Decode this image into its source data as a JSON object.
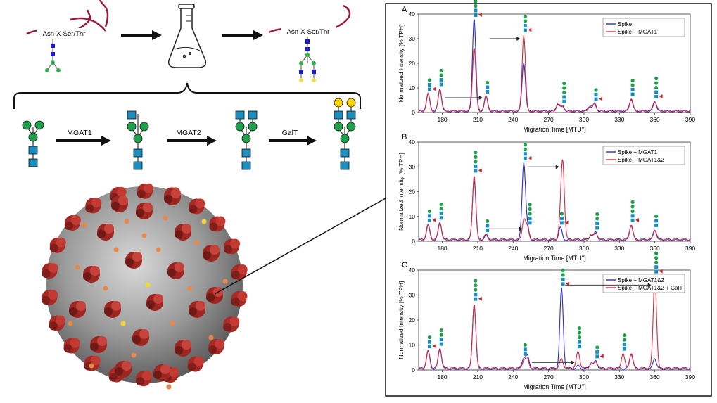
{
  "top_scheme": {
    "peptide_left": "Asn-X-Ser/Thr",
    "peptide_right": "Asn-X-Ser/Thr"
  },
  "pathway": {
    "enzymes": [
      "MGAT1",
      "MGAT2",
      "GalT"
    ]
  },
  "colors": {
    "glcnac_blue": "#1a8fbf",
    "mannose_green": "#1fa04a",
    "galactose_yellow": "#ffd400",
    "fucose_red": "#c0282b",
    "spike_line": "#2b2bd6",
    "treated_line": "#d62b3b",
    "peptide_chain": "#9b1b3c"
  },
  "chart_data": [
    {
      "type": "line",
      "panel": "A",
      "xlabel": "Migration Time [MTU'']",
      "ylabel": "Normalized Intensity [% TPH]",
      "xlim": [
        160,
        390
      ],
      "ylim": [
        0,
        40
      ],
      "xticks": [
        180,
        210,
        240,
        270,
        300,
        330,
        360,
        390
      ],
      "yticks": [
        0,
        10,
        20,
        30,
        40
      ],
      "legend": "top-right",
      "series": [
        {
          "name": "Spike",
          "color": "#2b2bd6",
          "peaks": [
            [
              168,
              7
            ],
            [
              178,
              9
            ],
            [
              207,
              38
            ],
            [
              217,
              6
            ],
            [
              249,
              20
            ],
            [
              278,
              3
            ],
            [
              282,
              2
            ],
            [
              305,
              2
            ],
            [
              309,
              3
            ],
            [
              340,
              5
            ],
            [
              360,
              4
            ]
          ]
        },
        {
          "name": "Spike + MGAT1",
          "color": "#d62b3b",
          "peaks": [
            [
              168,
              7
            ],
            [
              178,
              9
            ],
            [
              207,
              26
            ],
            [
              217,
              6
            ],
            [
              249,
              31
            ],
            [
              278,
              3
            ],
            [
              282,
              2
            ],
            [
              305,
              2
            ],
            [
              309,
              3
            ],
            [
              340,
              5
            ],
            [
              360,
              4
            ]
          ]
        }
      ]
    },
    {
      "type": "line",
      "panel": "B",
      "xlabel": "Migration Time [MTU'']",
      "ylabel": "Normalized Intensity [% TPH]",
      "xlim": [
        160,
        390
      ],
      "ylim": [
        0,
        40
      ],
      "xticks": [
        180,
        210,
        240,
        270,
        300,
        330,
        360,
        390
      ],
      "yticks": [
        0,
        10,
        20,
        30,
        40
      ],
      "legend": "top-right",
      "series": [
        {
          "name": "Spike + MGAT1",
          "color": "#2b2bd6",
          "peaks": [
            [
              168,
              6
            ],
            [
              178,
              7
            ],
            [
              207,
              25
            ],
            [
              217,
              2
            ],
            [
              249,
              31
            ],
            [
              252,
              5
            ],
            [
              280,
              5
            ],
            [
              306,
              2
            ],
            [
              310,
              3
            ],
            [
              340,
              6
            ],
            [
              360,
              4
            ]
          ]
        },
        {
          "name": "Spike + MGAT1&2",
          "color": "#d62b3b",
          "peaks": [
            [
              168,
              6
            ],
            [
              178,
              7
            ],
            [
              207,
              26
            ],
            [
              217,
              2
            ],
            [
              249,
              8
            ],
            [
              252,
              5
            ],
            [
              280,
              5
            ],
            [
              282,
              31
            ],
            [
              306,
              2
            ],
            [
              310,
              3
            ],
            [
              340,
              6
            ],
            [
              360,
              4
            ]
          ]
        }
      ]
    },
    {
      "type": "line",
      "panel": "C",
      "xlabel": "Migration Time [MTU'']",
      "ylabel": "Normalized Intensity [% TPH]",
      "xlim": [
        160,
        390
      ],
      "ylim": [
        0,
        40
      ],
      "xticks": [
        180,
        210,
        240,
        270,
        300,
        330,
        360,
        390
      ],
      "yticks": [
        0,
        10,
        20,
        30,
        40
      ],
      "legend": "top-right",
      "series": [
        {
          "name": "Spike + MGAT1&2",
          "color": "#2b2bd6",
          "peaks": [
            [
              168,
              7
            ],
            [
              178,
              8
            ],
            [
              207,
              26
            ],
            [
              249,
              4
            ],
            [
              252,
              5
            ],
            [
              281,
              32
            ],
            [
              295,
              1
            ],
            [
              306,
              2
            ],
            [
              310,
              3
            ],
            [
              340,
              6
            ],
            [
              360,
              4
            ]
          ]
        },
        {
          "name": "Spike + MGAT1&2 + GalT",
          "color": "#d62b3b",
          "peaks": [
            [
              168,
              7
            ],
            [
              178,
              8
            ],
            [
              207,
              26
            ],
            [
              249,
              3
            ],
            [
              252,
              4
            ],
            [
              281,
              4
            ],
            [
              295,
              7
            ],
            [
              306,
              2
            ],
            [
              310,
              3
            ],
            [
              333,
              6
            ],
            [
              340,
              6
            ],
            [
              360,
              37
            ]
          ]
        }
      ]
    }
  ]
}
